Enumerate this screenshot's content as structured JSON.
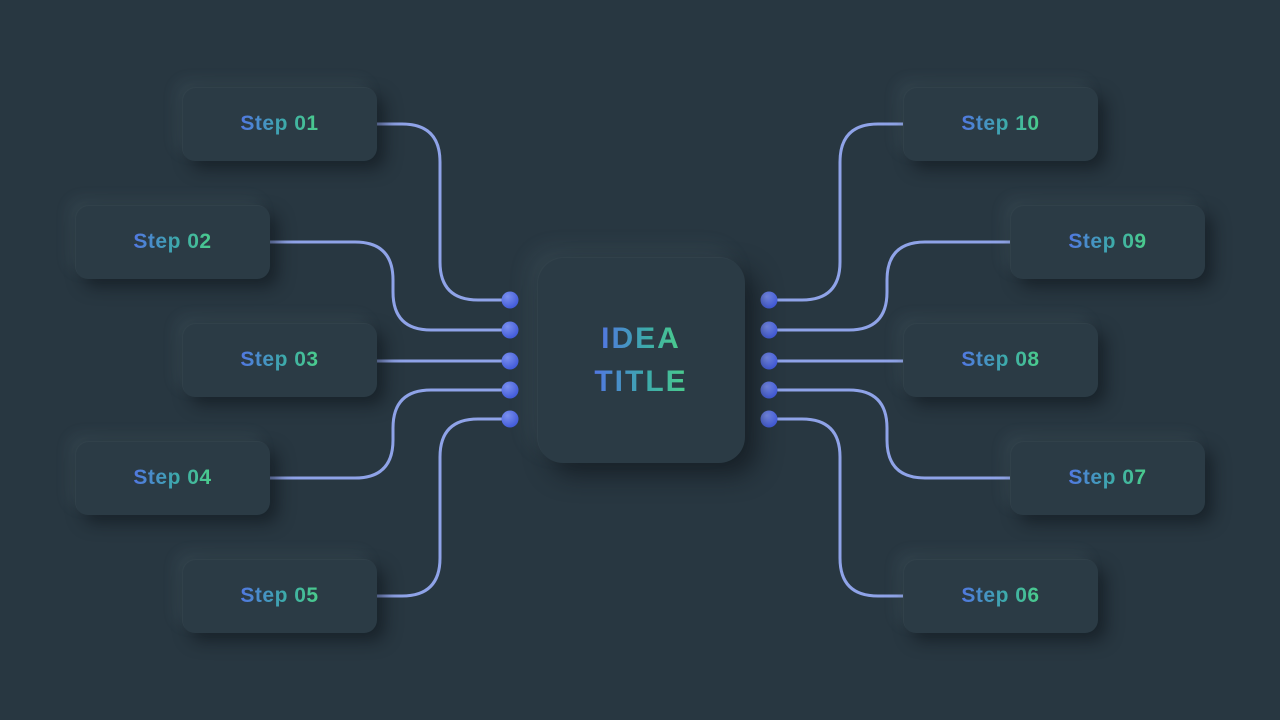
{
  "diagram": {
    "title": {
      "line1": "IDEA",
      "line2": "TITLE"
    },
    "steps": [
      {
        "label": "Step 01"
      },
      {
        "label": "Step 02"
      },
      {
        "label": "Step 03"
      },
      {
        "label": "Step 04"
      },
      {
        "label": "Step 05"
      },
      {
        "label": "Step 06"
      },
      {
        "label": "Step 07"
      },
      {
        "label": "Step 08"
      },
      {
        "label": "Step 09"
      },
      {
        "label": "Step 10"
      }
    ],
    "colors": {
      "background": "#283741",
      "panel": "#2b3b45",
      "connector_line": "#8fa3e8",
      "dot": "#4c63de",
      "grad_blue": "#5277e2",
      "grad_teal": "#3da9ac",
      "grad_green": "#4bcd8b"
    }
  }
}
